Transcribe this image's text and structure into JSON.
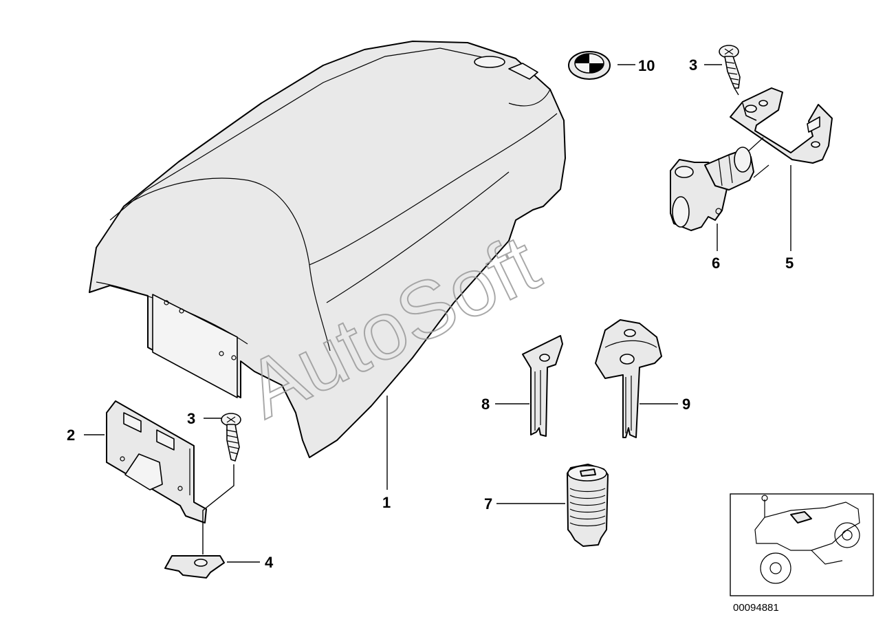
{
  "diagram": {
    "watermark": "AutoSoft",
    "reference_code": "00094881",
    "callouts": {
      "c1": "1",
      "c2": "2",
      "c3a": "3",
      "c3b": "3",
      "c4": "4",
      "c5": "5",
      "c6": "6",
      "c7": "7",
      "c8": "8",
      "c9": "9",
      "c10": "10"
    }
  }
}
